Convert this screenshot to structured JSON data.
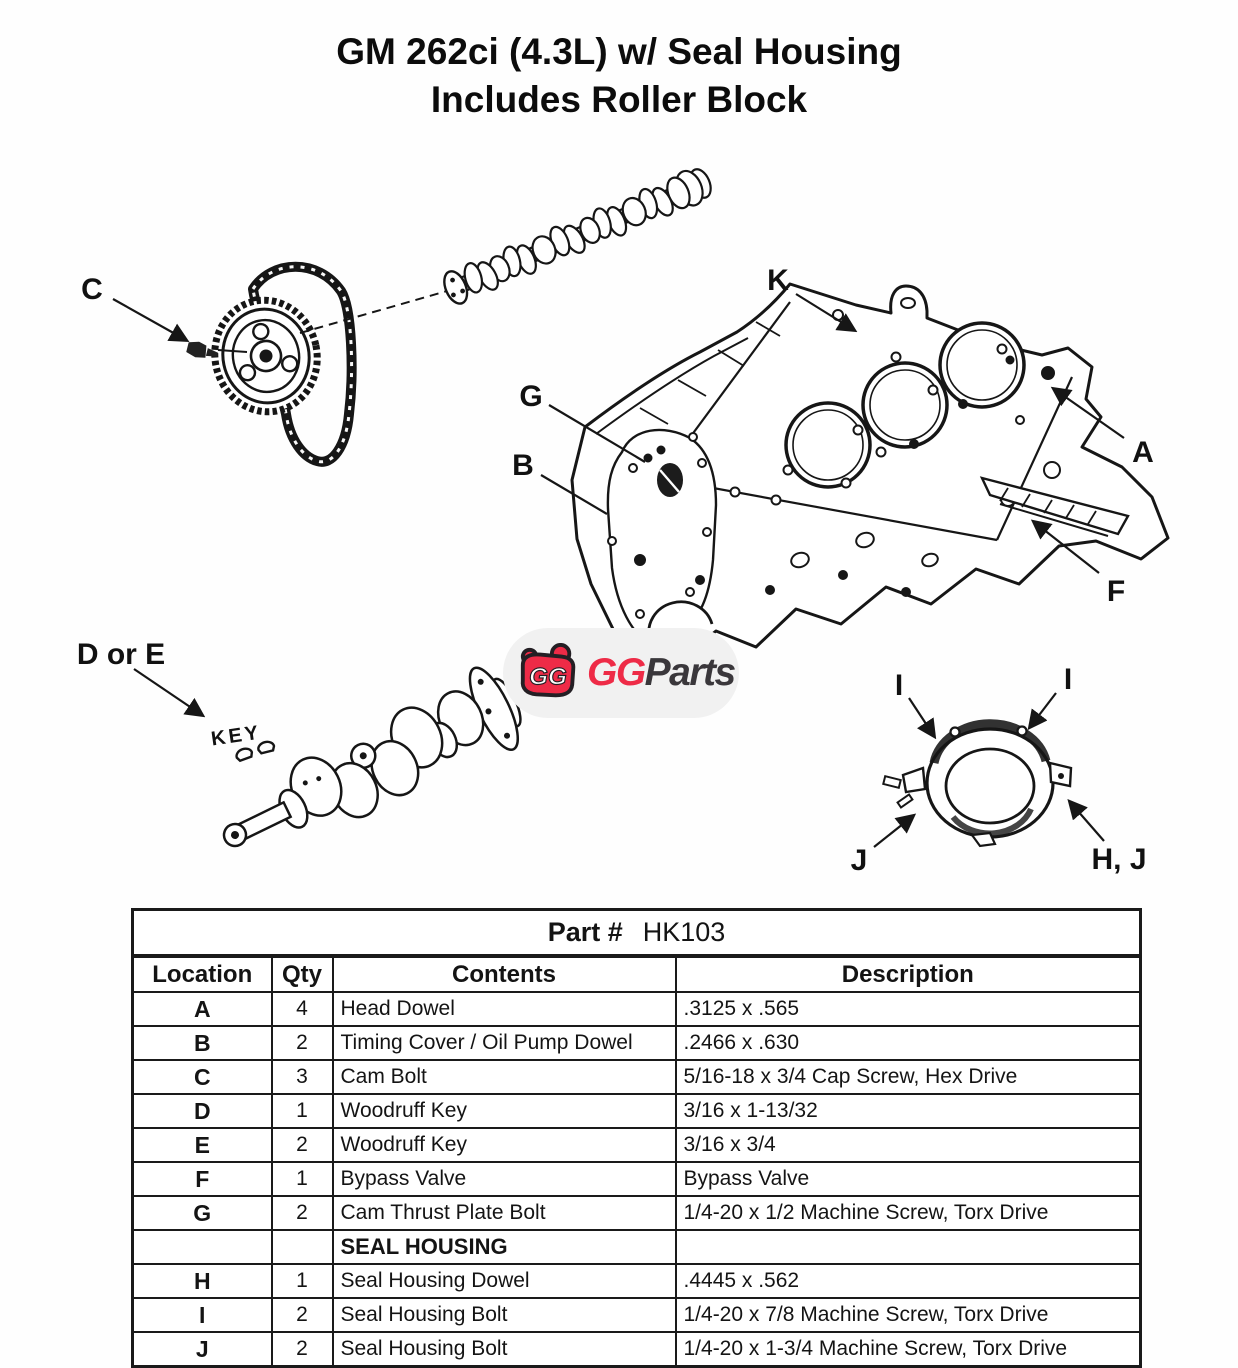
{
  "title": {
    "line1": "GM 262ci (4.3L) w/ Seal Housing",
    "line2": "Includes Roller Block"
  },
  "diagram": {
    "labels": {
      "c": "C",
      "k": "K",
      "g": "G",
      "b": "B",
      "a": "A",
      "f": "F",
      "d_or_e": "D or E",
      "key": "KEY",
      "i_left": "I",
      "i_right": "I",
      "j": "J",
      "h_j": "H, J"
    }
  },
  "watermark": {
    "mascot_text": "GG",
    "brand_gg": "GG",
    "brand_parts": "Parts",
    "colors": {
      "logo_red": "#ee2b47",
      "logo_dark": "#3a373b",
      "pill_bg": "#f1f1f1",
      "ink": "#141414"
    }
  },
  "table": {
    "part_label": "Part #",
    "part_number": "HK103",
    "columns": [
      "Location",
      "Qty",
      "Contents",
      "Description"
    ],
    "rows": [
      {
        "location": "A",
        "qty": "4",
        "contents": "Head Dowel",
        "description": ".3125 x .565"
      },
      {
        "location": "B",
        "qty": "2",
        "contents": "Timing Cover / Oil Pump Dowel",
        "description": ".2466 x .630"
      },
      {
        "location": "C",
        "qty": "3",
        "contents": "Cam Bolt",
        "description": "5/16-18 x 3/4 Cap Screw, Hex Drive"
      },
      {
        "location": "D",
        "qty": "1",
        "contents": "Woodruff Key",
        "description": "3/16 x 1-13/32"
      },
      {
        "location": "E",
        "qty": "2",
        "contents": "Woodruff Key",
        "description": "3/16 x 3/4"
      },
      {
        "location": "F",
        "qty": "1",
        "contents": "Bypass Valve",
        "description": "Bypass Valve"
      },
      {
        "location": "G",
        "qty": "2",
        "contents": "Cam Thrust Plate Bolt",
        "description": "1/4-20 x 1/2 Machine Screw, Torx Drive"
      },
      {
        "location": "",
        "qty": "",
        "contents": "SEAL HOUSING",
        "description": ""
      },
      {
        "location": "H",
        "qty": "1",
        "contents": "Seal Housing Dowel",
        "description": ".4445 x .562"
      },
      {
        "location": "I",
        "qty": "2",
        "contents": "Seal Housing Bolt",
        "description": "1/4-20 x 7/8 Machine Screw, Torx Drive"
      },
      {
        "location": "J",
        "qty": "2",
        "contents": "Seal Housing Bolt",
        "description": "1/4-20 x 1-3/4 Machine Screw, Torx Drive"
      }
    ]
  }
}
